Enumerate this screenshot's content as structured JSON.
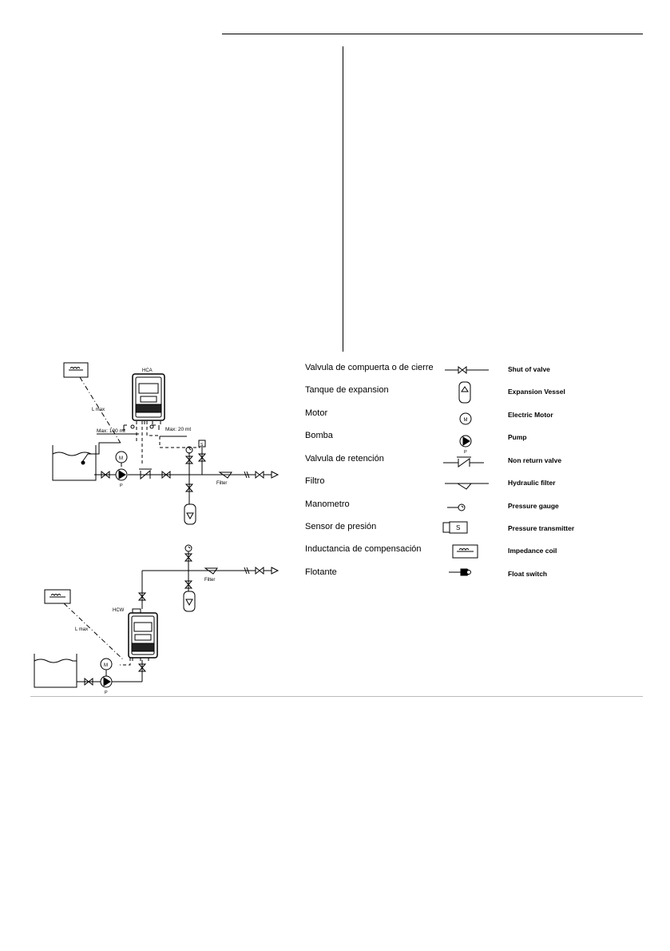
{
  "diagram_top": {
    "unit_label": "HCA",
    "lmax_label": "L max",
    "max_left_label": "Max: 100 mt",
    "max_right_label": "Max: 20 mt",
    "pump_label": "P",
    "motor_label": "M",
    "filter_label": "Filter",
    "sensor_label": "S"
  },
  "diagram_bottom": {
    "unit_label": "HCW",
    "lmax_label": "L max",
    "pump_label": "P",
    "motor_label": "M",
    "filter_label": "Filter"
  },
  "legend": [
    {
      "es": "Valvula de compuerta o de cierre",
      "en": "Shut of valve",
      "icon": "shutoff-valve-icon"
    },
    {
      "es": "Tanque de expansion",
      "en": "Expansion Vessel",
      "icon": "expansion-vessel-icon"
    },
    {
      "es": "Motor",
      "en": "Electric Motor",
      "icon": "motor-icon",
      "icon_text": "M"
    },
    {
      "es": "Bomba",
      "en": "Pump",
      "icon": "pump-icon",
      "icon_text": "P"
    },
    {
      "es": "Valvula de retención",
      "en": "Non return valve",
      "icon": "check-valve-icon"
    },
    {
      "es": "Filtro",
      "en": "Hydraulic filter",
      "icon": "filter-icon"
    },
    {
      "es": "Manometro",
      "en": "Pressure gauge",
      "icon": "pressure-gauge-icon"
    },
    {
      "es": "Sensor de presión",
      "en": "Pressure transmitter",
      "icon": "pressure-transmitter-icon",
      "icon_text": "S"
    },
    {
      "es": "Inductancia de compensación",
      "en": "Impedance coil",
      "icon": "impedance-coil-icon"
    },
    {
      "es": "Flotante",
      "en": "Float switch",
      "icon": "float-switch-icon"
    }
  ]
}
